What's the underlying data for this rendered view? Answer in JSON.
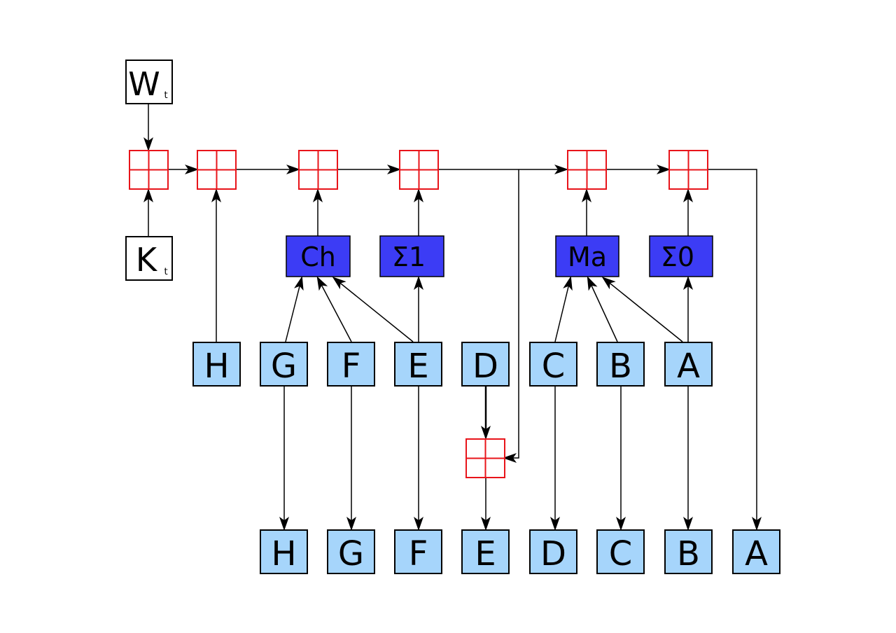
{
  "inputs": {
    "w": {
      "main": "W",
      "sub": "t"
    },
    "k": {
      "main": "K",
      "sub": "t"
    }
  },
  "functions": {
    "ch": "Ch",
    "sigma1": "Σ1",
    "ma": "Ma",
    "sigma0": "Σ0"
  },
  "registers_in": [
    "H",
    "G",
    "F",
    "E",
    "D",
    "C",
    "B",
    "A"
  ],
  "registers_out": [
    "H",
    "G",
    "F",
    "E",
    "D",
    "C",
    "B",
    "A"
  ],
  "colors": {
    "register_fill": "#a6d5fb",
    "function_fill": "#3c3cf5",
    "adder_stroke": "#e8141a",
    "line": "#000000"
  }
}
